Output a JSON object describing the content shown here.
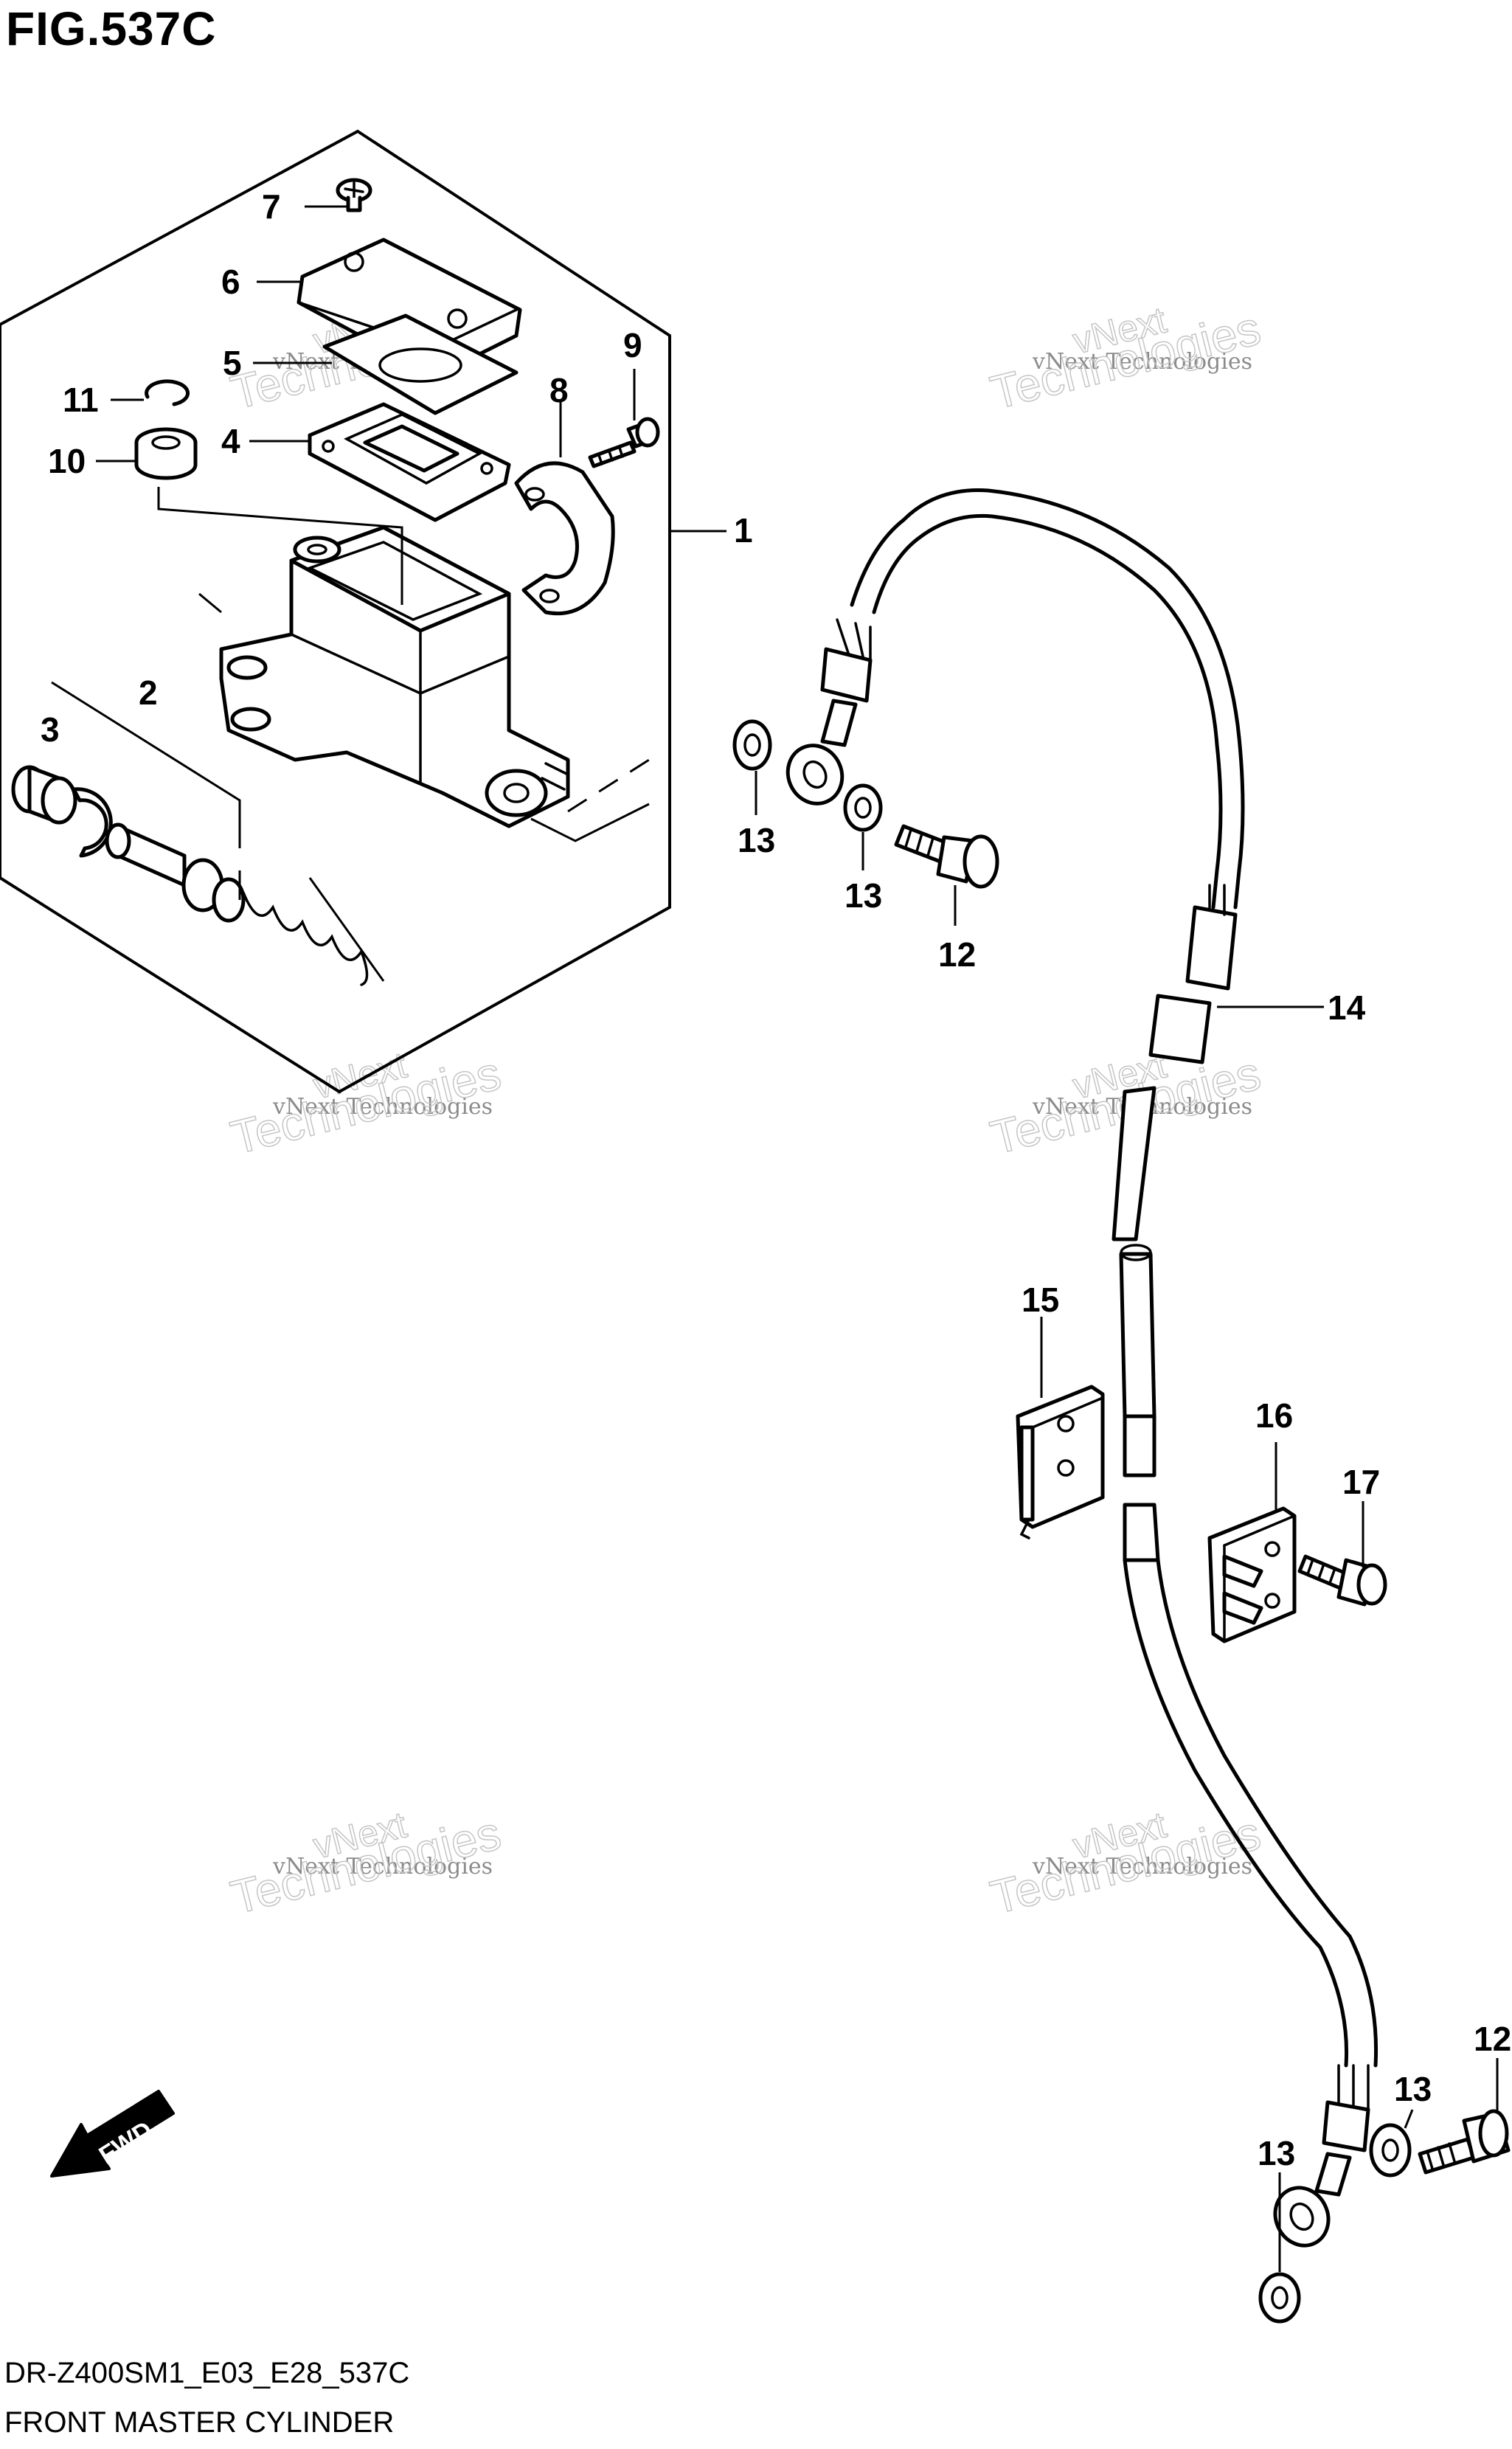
{
  "figure": {
    "title": "FIG.537C",
    "diagram_code": "DR-Z400SM1_E03_E28_537C",
    "caption": "FRONT MASTER CYLINDER"
  },
  "callouts": {
    "c1": "1",
    "c2": "2",
    "c3": "3",
    "c4": "4",
    "c5": "5",
    "c6": "6",
    "c7": "7",
    "c8": "8",
    "c9": "9",
    "c10": "10",
    "c11": "11",
    "c12a": "12",
    "c12b": "12",
    "c13a": "13",
    "c13b": "13",
    "c13c": "13",
    "c13d": "13",
    "c14": "14",
    "c15": "15",
    "c16": "16",
    "c17": "17"
  },
  "direction_marker": {
    "label": "FWD",
    "icon": "fwd-arrow-icon"
  },
  "watermark": {
    "line1": "vNext Technologies",
    "line2": "vNext",
    "line3": "Technologies"
  }
}
